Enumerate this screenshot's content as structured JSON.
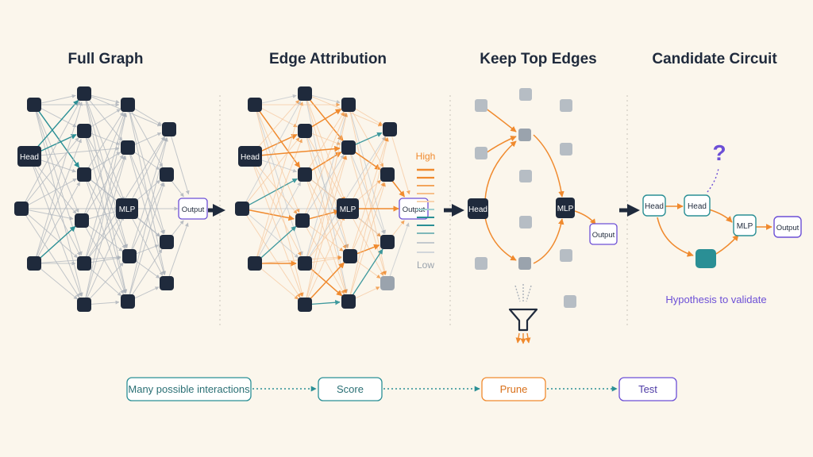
{
  "colors": {
    "background": "#fbf6ec",
    "node_dark": "#1f2a3c",
    "node_gray": "#9aa3ad",
    "edge_gray": "#b3b9c0",
    "teal": "#2a8f95",
    "orange": "#f08a2e",
    "purple": "#6c4fd6"
  },
  "panels": [
    {
      "title": "Full Graph"
    },
    {
      "title": "Edge Attribution"
    },
    {
      "title": "Keep Top Edges"
    },
    {
      "title": "Candidate Circuit"
    }
  ],
  "node_labels": {
    "head": "Head",
    "mlp": "MLP",
    "output": "Output"
  },
  "legend": {
    "high": "High",
    "low": "Low"
  },
  "circuit": {
    "question_mark": "?",
    "hypothesis": "Hypothesis to validate"
  },
  "pipeline": [
    {
      "label": "Many possible interactions",
      "color": "teal"
    },
    {
      "label": "Score",
      "color": "teal"
    },
    {
      "label": "Prune",
      "color": "orange"
    },
    {
      "label": "Test",
      "color": "purple"
    }
  ]
}
